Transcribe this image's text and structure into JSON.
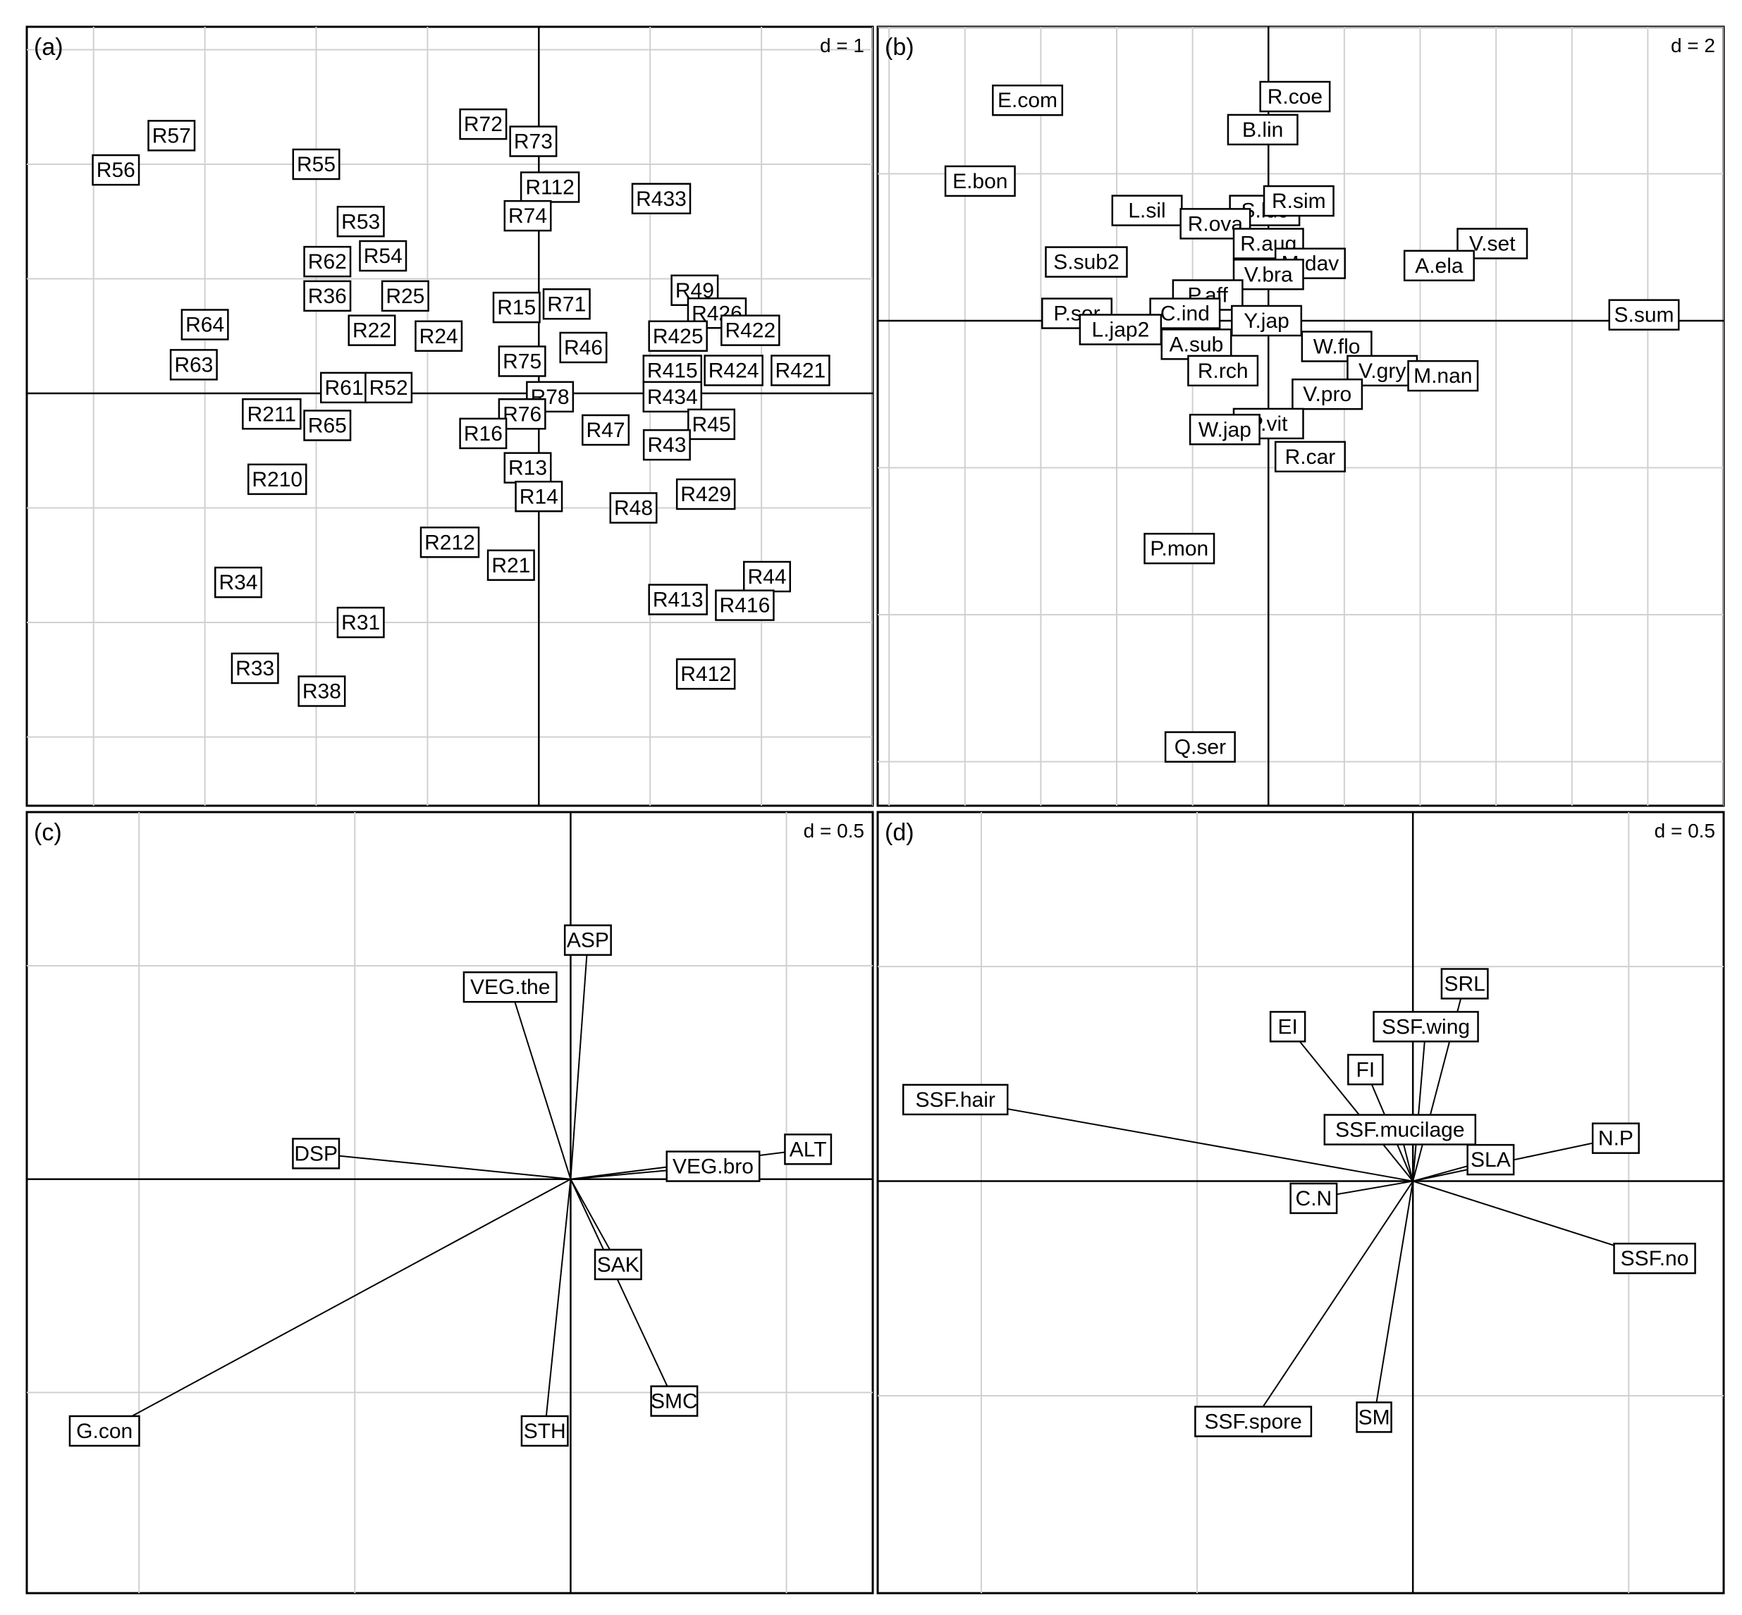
{
  "chart_data": [
    {
      "type": "scatter",
      "panel_label": "(a)",
      "scale_label": "d = 1",
      "grid_step": 1,
      "xlim": [
        -4.6,
        3.0
      ],
      "ylim": [
        -3.6,
        3.2
      ],
      "points": [
        {
          "label": "R57",
          "x": -3.3,
          "y": 2.25
        },
        {
          "label": "R56",
          "x": -3.8,
          "y": 1.95
        },
        {
          "label": "R55",
          "x": -2.0,
          "y": 2.0
        },
        {
          "label": "R72",
          "x": -0.5,
          "y": 2.35
        },
        {
          "label": "R73",
          "x": -0.05,
          "y": 2.2
        },
        {
          "label": "R112",
          "x": 0.1,
          "y": 1.8
        },
        {
          "label": "R433",
          "x": 1.1,
          "y": 1.7
        },
        {
          "label": "R74",
          "x": -0.1,
          "y": 1.55
        },
        {
          "label": "R53",
          "x": -1.6,
          "y": 1.5
        },
        {
          "label": "R54",
          "x": -1.4,
          "y": 1.2
        },
        {
          "label": "R62",
          "x": -1.9,
          "y": 1.15
        },
        {
          "label": "R36",
          "x": -1.9,
          "y": 0.85
        },
        {
          "label": "R25",
          "x": -1.2,
          "y": 0.85
        },
        {
          "label": "R49",
          "x": 1.4,
          "y": 0.9
        },
        {
          "label": "R426",
          "x": 1.6,
          "y": 0.7
        },
        {
          "label": "R64",
          "x": -3.0,
          "y": 0.6
        },
        {
          "label": "R15",
          "x": -0.2,
          "y": 0.75
        },
        {
          "label": "R71",
          "x": 0.25,
          "y": 0.78
        },
        {
          "label": "R22",
          "x": -1.5,
          "y": 0.55
        },
        {
          "label": "R24",
          "x": -0.9,
          "y": 0.5
        },
        {
          "label": "R425",
          "x": 1.25,
          "y": 0.5
        },
        {
          "label": "R422",
          "x": 1.9,
          "y": 0.55
        },
        {
          "label": "R46",
          "x": 0.4,
          "y": 0.4
        },
        {
          "label": "R63",
          "x": -3.1,
          "y": 0.25
        },
        {
          "label": "R75",
          "x": -0.15,
          "y": 0.28
        },
        {
          "label": "R415",
          "x": 1.2,
          "y": 0.2
        },
        {
          "label": "R424",
          "x": 1.75,
          "y": 0.2
        },
        {
          "label": "R421",
          "x": 2.35,
          "y": 0.2
        },
        {
          "label": "R61",
          "x": -1.75,
          "y": 0.05
        },
        {
          "label": "R52",
          "x": -1.35,
          "y": 0.05
        },
        {
          "label": "R78",
          "x": 0.1,
          "y": -0.03
        },
        {
          "label": "R434",
          "x": 1.2,
          "y": -0.03
        },
        {
          "label": "R211",
          "x": -2.4,
          "y": -0.18
        },
        {
          "label": "R65",
          "x": -1.9,
          "y": -0.28
        },
        {
          "label": "R76",
          "x": -0.15,
          "y": -0.18
        },
        {
          "label": "R47",
          "x": 0.6,
          "y": -0.32
        },
        {
          "label": "R45",
          "x": 1.55,
          "y": -0.27
        },
        {
          "label": "R16",
          "x": -0.5,
          "y": -0.35
        },
        {
          "label": "R43",
          "x": 1.15,
          "y": -0.45
        },
        {
          "label": "R13",
          "x": -0.1,
          "y": -0.65
        },
        {
          "label": "R210",
          "x": -2.35,
          "y": -0.75
        },
        {
          "label": "R14",
          "x": 0.0,
          "y": -0.9
        },
        {
          "label": "R48",
          "x": 0.85,
          "y": -1.0
        },
        {
          "label": "R429",
          "x": 1.5,
          "y": -0.88
        },
        {
          "label": "R212",
          "x": -0.8,
          "y": -1.3
        },
        {
          "label": "R21",
          "x": -0.25,
          "y": -1.5
        },
        {
          "label": "R44",
          "x": 2.05,
          "y": -1.6
        },
        {
          "label": "R34",
          "x": -2.7,
          "y": -1.65
        },
        {
          "label": "R413",
          "x": 1.25,
          "y": -1.8
        },
        {
          "label": "R416",
          "x": 1.85,
          "y": -1.85
        },
        {
          "label": "R31",
          "x": -1.6,
          "y": -2.0
        },
        {
          "label": "R33",
          "x": -2.55,
          "y": -2.4
        },
        {
          "label": "R38",
          "x": -1.95,
          "y": -2.6
        },
        {
          "label": "R412",
          "x": 1.5,
          "y": -2.45
        }
      ]
    },
    {
      "type": "scatter",
      "panel_label": "(b)",
      "scale_label": "d = 2",
      "grid_step": 2,
      "xlim": [
        -10.3,
        12.0
      ],
      "ylim": [
        -6.6,
        4.0
      ],
      "points": [
        {
          "label": "E.com",
          "x": -6.35,
          "y": 3.0
        },
        {
          "label": "R.coe",
          "x": 0.7,
          "y": 3.05
        },
        {
          "label": "B.lin",
          "x": -0.15,
          "y": 2.6
        },
        {
          "label": "E.bon",
          "x": -7.6,
          "y": 1.9
        },
        {
          "label": "S.luc",
          "x": -0.1,
          "y": 1.5
        },
        {
          "label": "R.sim",
          "x": 0.8,
          "y": 1.63
        },
        {
          "label": "L.sil",
          "x": -3.2,
          "y": 1.5
        },
        {
          "label": "R.ova",
          "x": -1.4,
          "y": 1.32
        },
        {
          "label": "R.aug",
          "x": 0.0,
          "y": 1.05
        },
        {
          "label": "V.set",
          "x": 5.9,
          "y": 1.05
        },
        {
          "label": "S.sub2",
          "x": -4.8,
          "y": 0.8
        },
        {
          "label": "M.dav",
          "x": 1.1,
          "y": 0.78
        },
        {
          "label": "A.ela",
          "x": 4.5,
          "y": 0.75
        },
        {
          "label": "V.bra",
          "x": 0.0,
          "y": 0.63
        },
        {
          "label": "P.aff",
          "x": -1.6,
          "y": 0.35
        },
        {
          "label": "C.ind",
          "x": -2.2,
          "y": 0.1
        },
        {
          "label": "P.sor",
          "x": -5.05,
          "y": 0.1
        },
        {
          "label": "L.jap2",
          "x": -3.9,
          "y": -0.12
        },
        {
          "label": "Y.jap",
          "x": -0.05,
          "y": 0.0
        },
        {
          "label": "S.sum",
          "x": 9.9,
          "y": 0.08
        },
        {
          "label": "A.sub",
          "x": -1.9,
          "y": -0.32
        },
        {
          "label": "W.flo",
          "x": 1.8,
          "y": -0.35
        },
        {
          "label": "R.rch",
          "x": -1.2,
          "y": -0.68
        },
        {
          "label": "V.gry",
          "x": 3.0,
          "y": -0.68
        },
        {
          "label": "M.nan",
          "x": 4.6,
          "y": -0.75
        },
        {
          "label": "V.pro",
          "x": 1.55,
          "y": -1.0
        },
        {
          "label": "P.vit",
          "x": 0.0,
          "y": -1.4
        },
        {
          "label": "W.jap",
          "x": -1.15,
          "y": -1.48
        },
        {
          "label": "R.car",
          "x": 1.1,
          "y": -1.85
        },
        {
          "label": "P.mon",
          "x": -2.35,
          "y": -3.1
        },
        {
          "label": "Q.ser",
          "x": -1.8,
          "y": -5.8
        }
      ]
    },
    {
      "type": "vector",
      "panel_label": "(c)",
      "scale_label": "d = 0.5",
      "grid_step": 0.5,
      "xlim": [
        -1.26,
        0.7
      ],
      "ylim": [
        -0.97,
        0.86
      ],
      "vectors": [
        {
          "label": "ASP",
          "x": 0.04,
          "y": 0.56
        },
        {
          "label": "VEG.the",
          "x": -0.14,
          "y": 0.45
        },
        {
          "label": "DSP",
          "x": -0.59,
          "y": 0.06
        },
        {
          "label": "ALT",
          "x": 0.55,
          "y": 0.07
        },
        {
          "label": "VEG.bro",
          "x": 0.33,
          "y": 0.03
        },
        {
          "label": "SAK",
          "x": 0.11,
          "y": -0.2
        },
        {
          "label": "SMC",
          "x": 0.24,
          "y": -0.52
        },
        {
          "label": "STH",
          "x": -0.06,
          "y": -0.59
        },
        {
          "label": "G.con",
          "x": -1.08,
          "y": -0.59
        }
      ]
    },
    {
      "type": "vector",
      "panel_label": "(d)",
      "scale_label": "d = 0.5",
      "grid_step": 0.5,
      "xlim": [
        -1.24,
        0.72
      ],
      "ylim": [
        -0.96,
        0.86
      ],
      "vectors": [
        {
          "label": "SRL",
          "x": 0.12,
          "y": 0.46
        },
        {
          "label": "SSF.wing",
          "x": 0.03,
          "y": 0.36
        },
        {
          "label": "EI",
          "x": -0.29,
          "y": 0.36
        },
        {
          "label": "FI",
          "x": -0.11,
          "y": 0.26
        },
        {
          "label": "SSF.hair",
          "x": -1.06,
          "y": 0.19
        },
        {
          "label": "SSF.mucilage",
          "x": -0.03,
          "y": 0.12
        },
        {
          "label": "SLA",
          "x": 0.18,
          "y": 0.05
        },
        {
          "label": "N.P",
          "x": 0.47,
          "y": 0.1
        },
        {
          "label": "C.N",
          "x": -0.23,
          "y": -0.04
        },
        {
          "label": "SSF.no",
          "x": 0.56,
          "y": -0.18
        },
        {
          "label": "SM",
          "x": -0.09,
          "y": -0.55
        },
        {
          "label": "SSF.spore",
          "x": -0.37,
          "y": -0.56
        }
      ]
    }
  ]
}
